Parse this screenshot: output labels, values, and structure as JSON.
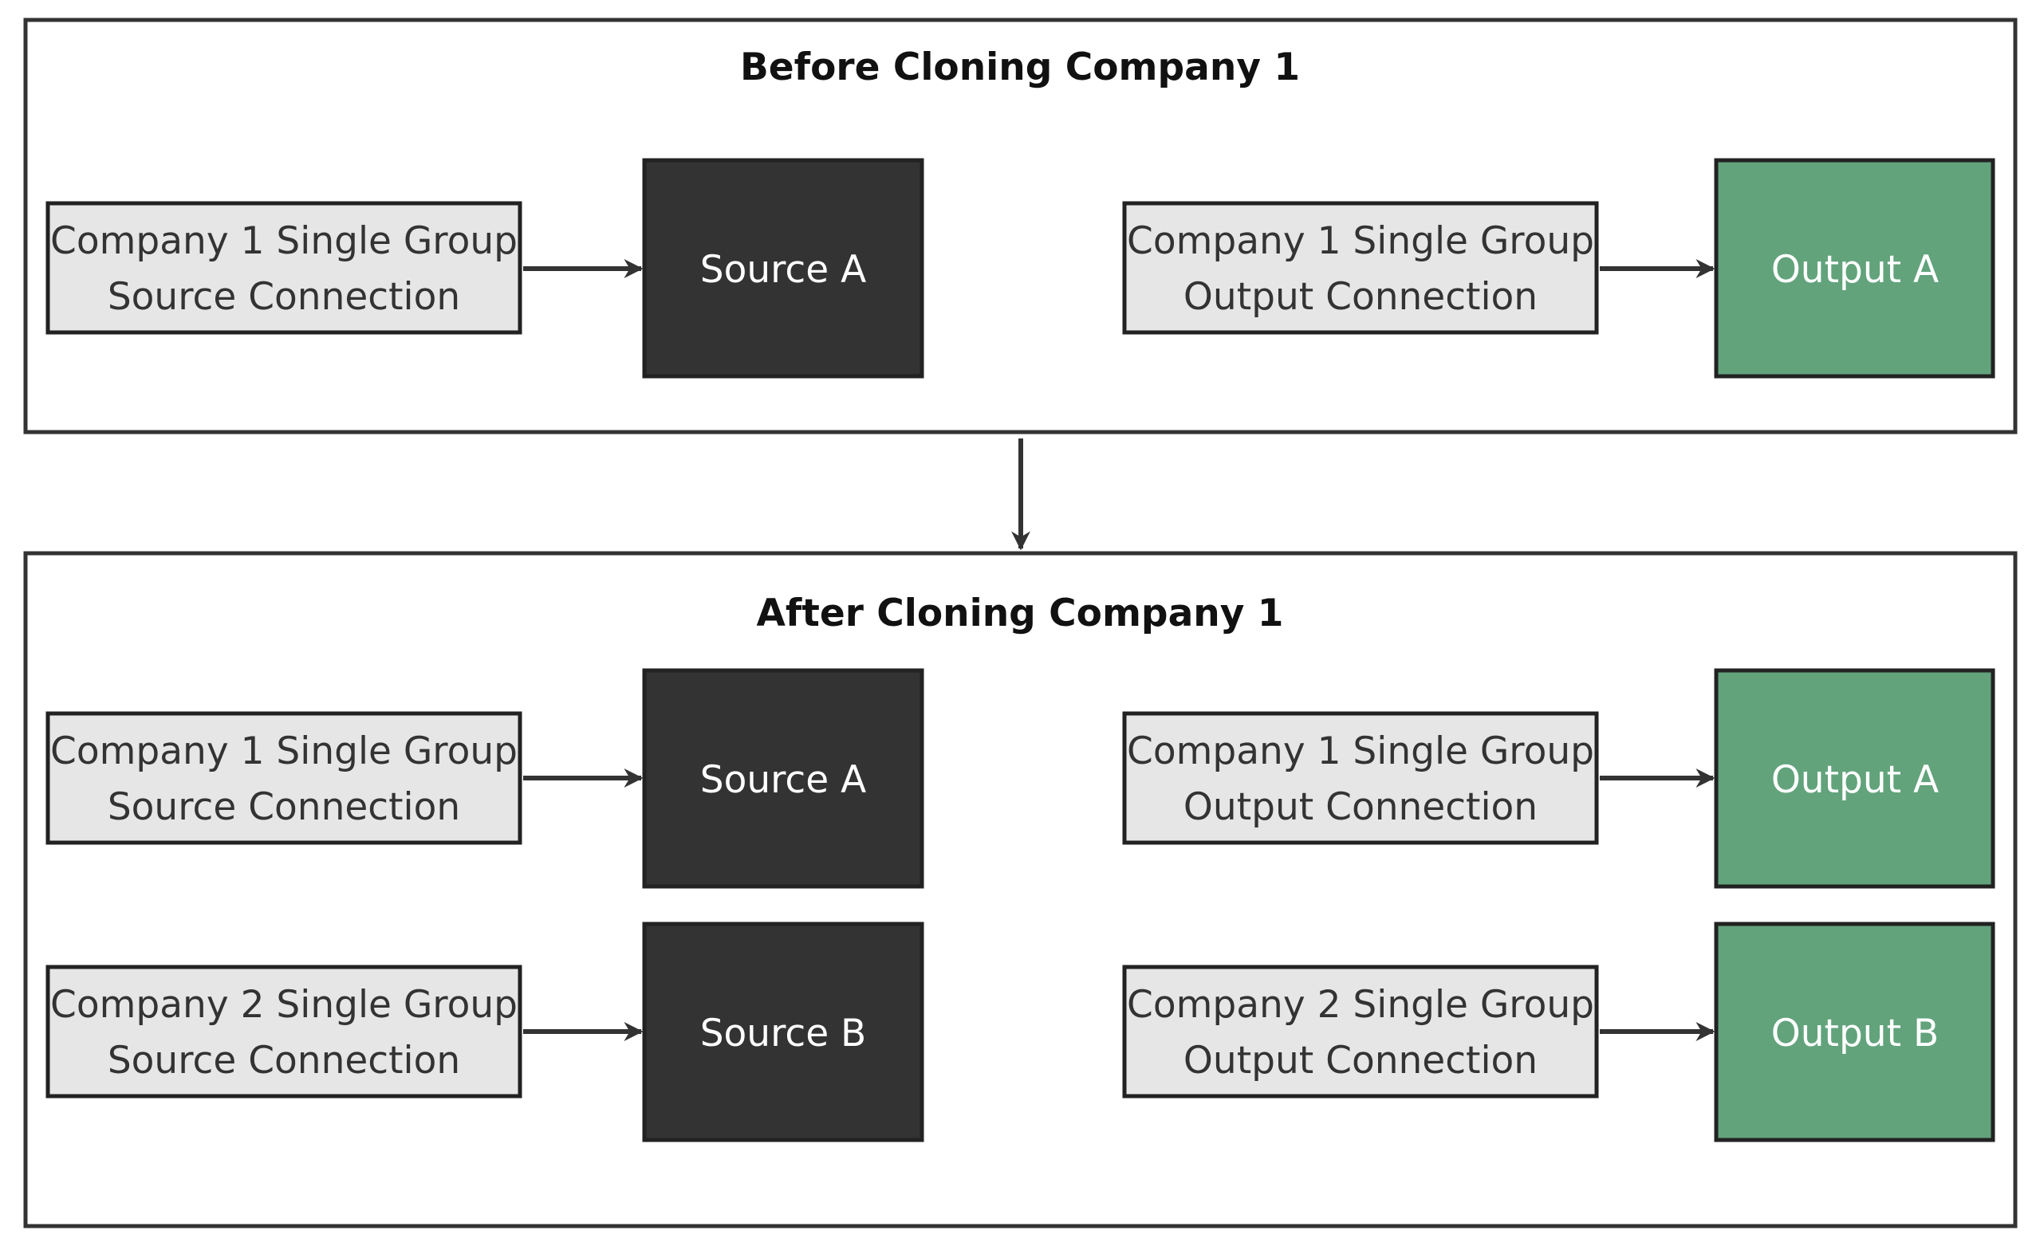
{
  "colors": {
    "panel_border": "#333333",
    "connection_fill": "#e6e6e6",
    "source_fill": "#333333",
    "output_fill": "#62a37c",
    "arrow": "#333333"
  },
  "before": {
    "title": "Before Cloning Company 1",
    "rows": [
      {
        "source_connection": [
          "Company 1 Single Group",
          "Source Connection"
        ],
        "source": "Source A",
        "output_connection": [
          "Company 1 Single Group",
          "Output Connection"
        ],
        "output": "Output A"
      }
    ]
  },
  "after": {
    "title": "After Cloning Company 1",
    "rows": [
      {
        "source_connection": [
          "Company 1 Single Group",
          "Source Connection"
        ],
        "source": "Source A",
        "output_connection": [
          "Company 1 Single Group",
          "Output Connection"
        ],
        "output": "Output A"
      },
      {
        "source_connection": [
          "Company 2 Single Group",
          "Source Connection"
        ],
        "source": "Source B",
        "output_connection": [
          "Company 2 Single Group",
          "Output Connection"
        ],
        "output": "Output B"
      }
    ]
  }
}
